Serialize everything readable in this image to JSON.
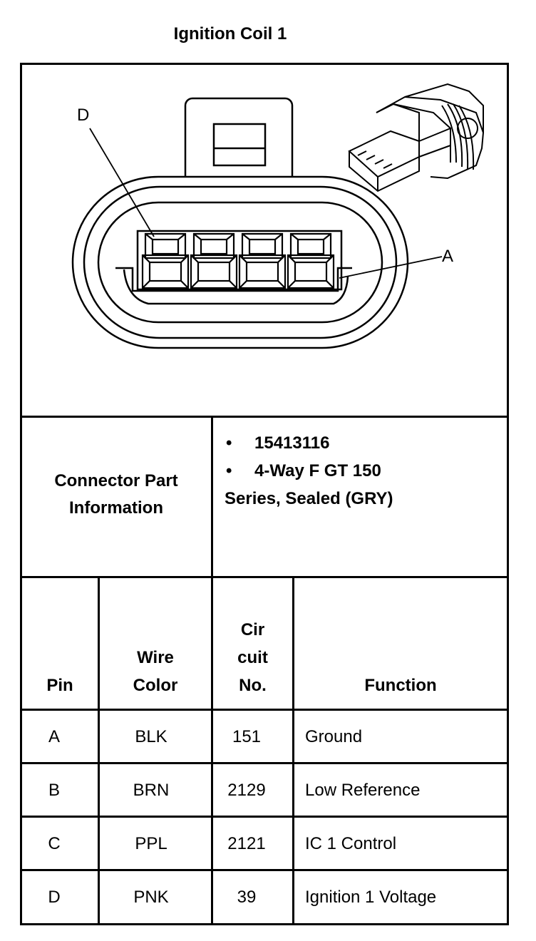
{
  "title": "Ignition Coil 1",
  "diagram": {
    "callout_d": "D",
    "callout_a": "A"
  },
  "connector_info": {
    "label": "Connector Part Information",
    "bullets": [
      "15413116",
      "4-Way F GT 150"
    ],
    "continuation": "Series, Sealed (GRY)"
  },
  "table": {
    "headers": {
      "pin": "Pin",
      "wire_color": "Wire Color",
      "circuit_no": "Cir cuit No.",
      "function": "Function"
    },
    "header_lines": {
      "wire_color": [
        "Wire",
        "Color"
      ],
      "circuit_no": [
        "Cir",
        "cuit",
        "No."
      ]
    },
    "rows": [
      {
        "pin": "A",
        "wire_color": "BLK",
        "circuit": "151",
        "function": "Ground"
      },
      {
        "pin": "B",
        "wire_color": "BRN",
        "circuit": "2129",
        "function": "Low Reference"
      },
      {
        "pin": "C",
        "wire_color": "PPL",
        "circuit": "2121",
        "function": "IC 1 Control"
      },
      {
        "pin": "D",
        "wire_color": "PNK",
        "circuit": "39",
        "function": "Ignition 1 Voltage"
      }
    ]
  }
}
